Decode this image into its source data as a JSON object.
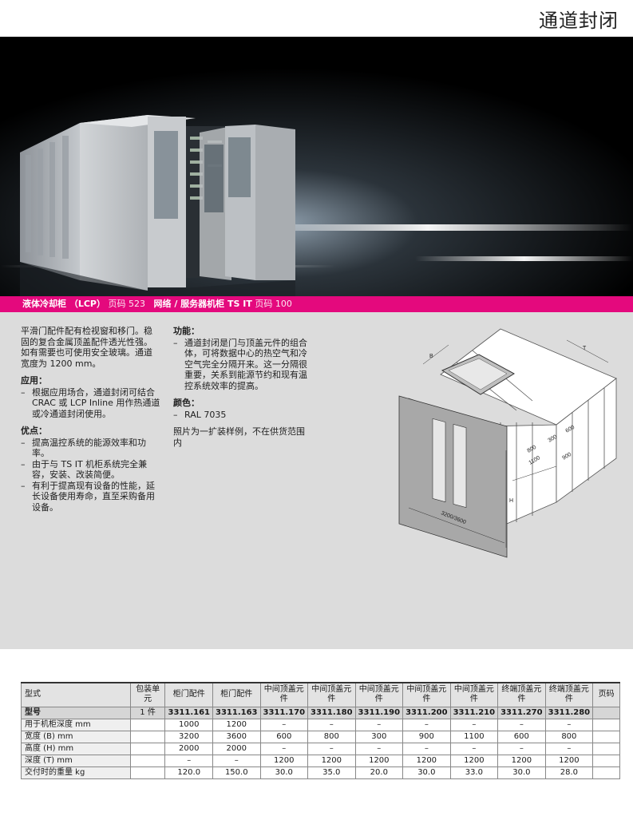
{
  "page": {
    "title": "通道封闭"
  },
  "banner": {
    "item1_label": "液体冷却柜 （LCP）",
    "item1_page": "页码 523",
    "item2_label": "网络 / 服务器机柜 TS IT",
    "item2_page": "页码 100"
  },
  "description": {
    "intro": "平滑门配件配有检视窗和移门。稳固的复合金属顶盖配件透光性强。如有需要也可使用安全玻璃。通道宽度为 1200 mm。",
    "application_heading": "应用：",
    "application_items": [
      "根据应用场合，通道封闭可结合 CRAC 或 LCP Inline 用作热通道或冷通道封闭使用。"
    ],
    "advantages_heading": "优点：",
    "advantages_items": [
      "提高温控系统的能源效率和功率。",
      "由于与 TS IT 机柜系统完全兼容，安装、改装简便。",
      "有利于提高现有设备的性能，延长设备使用寿命，直至采购备用设备。"
    ],
    "function_heading": "功能：",
    "function_items": [
      "通道封闭是门与顶盖元件的组合体，可将数据中心的热空气和冷空气完全分隔开来。这一分隔很重要，关系到能源节约和现有温控系统效率的提高。"
    ],
    "color_heading": "颜色：",
    "color_items": [
      "RAL 7035"
    ],
    "photo_note": "照片为一扩装样例，不在供货范围内"
  },
  "diagram_labels": {
    "b": "B",
    "t": "T",
    "h": "H",
    "d800": "800",
    "d300": "300",
    "d600": "600",
    "d1100": "1100",
    "d900": "900",
    "d3200": "3200/3600"
  },
  "table": {
    "headers": [
      "型式",
      "包装单元",
      "柜门配件",
      "柜门配件",
      "中间顶盖元件",
      "中间顶盖元件",
      "中间顶盖元件",
      "中间顶盖元件",
      "中间顶盖元件",
      "终端顶盖元件",
      "终端顶盖元件",
      "页码"
    ],
    "rows": [
      {
        "label": "型号",
        "cells": [
          "1 件",
          "3311.161",
          "3311.163",
          "3311.170",
          "3311.180",
          "3311.190",
          "3311.200",
          "3311.210",
          "3311.270",
          "3311.280",
          ""
        ]
      },
      {
        "label": "用于机柜深度  mm",
        "cells": [
          "",
          "1000",
          "1200",
          "–",
          "–",
          "–",
          "–",
          "–",
          "–",
          "–",
          ""
        ]
      },
      {
        "label": "宽度 (B) mm",
        "cells": [
          "",
          "3200",
          "3600",
          "600",
          "800",
          "300",
          "900",
          "1100",
          "600",
          "800",
          ""
        ]
      },
      {
        "label": "高度 (H) mm",
        "cells": [
          "",
          "2000",
          "2000",
          "–",
          "–",
          "–",
          "–",
          "–",
          "–",
          "–",
          ""
        ]
      },
      {
        "label": "深度 (T) mm",
        "cells": [
          "",
          "–",
          "–",
          "1200",
          "1200",
          "1200",
          "1200",
          "1200",
          "1200",
          "1200",
          ""
        ]
      },
      {
        "label": "交付时的重量 kg",
        "cells": [
          "",
          "120.0",
          "150.0",
          "30.0",
          "35.0",
          "20.0",
          "30.0",
          "33.0",
          "30.0",
          "28.0",
          ""
        ]
      }
    ]
  },
  "colors": {
    "accent": "#e4097d",
    "panel": "#dcdcdc",
    "cabinet": "#c9ccd0"
  }
}
